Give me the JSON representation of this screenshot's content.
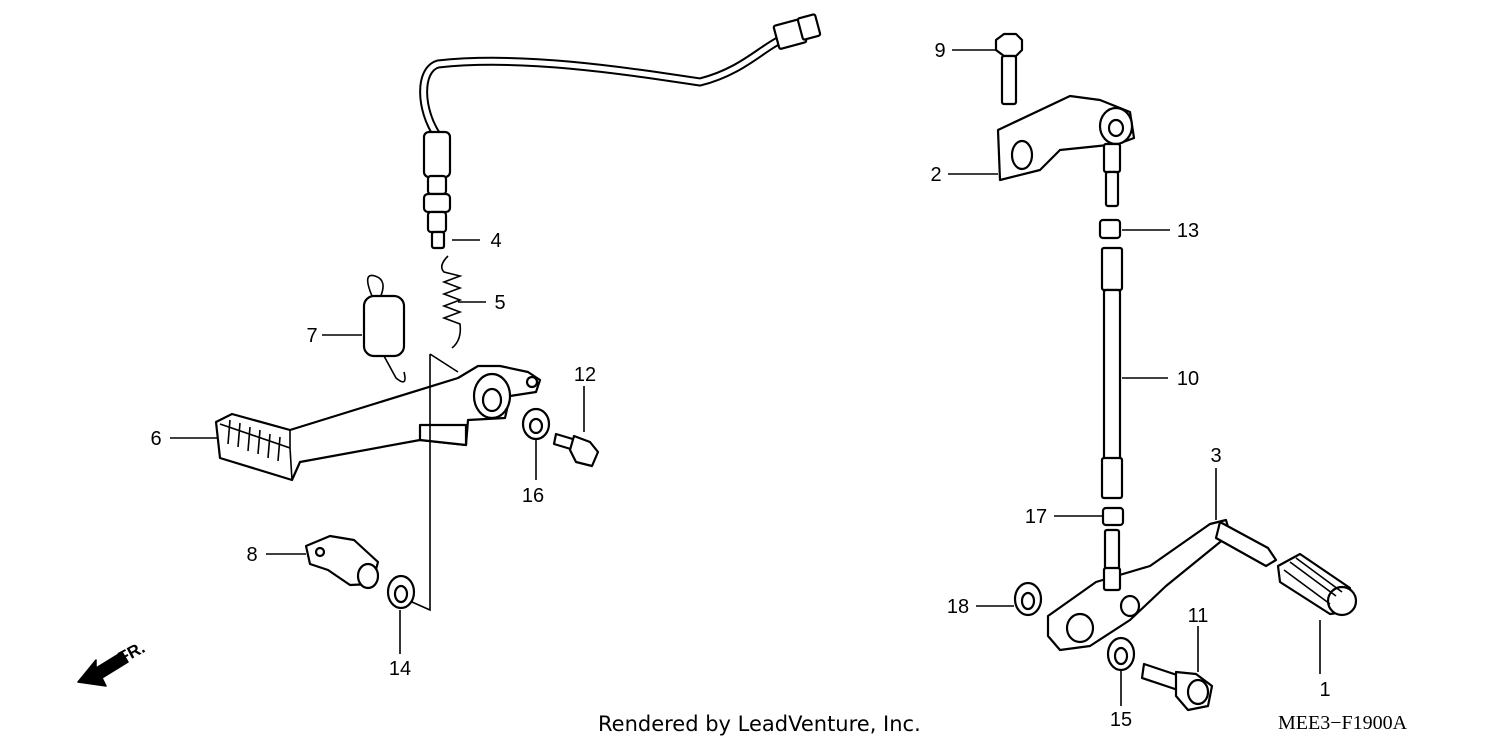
{
  "diagram": {
    "part_numbers": [
      "1",
      "2",
      "3",
      "4",
      "5",
      "6",
      "7",
      "8",
      "9",
      "10",
      "11",
      "12",
      "13",
      "14",
      "15",
      "16",
      "17",
      "18"
    ],
    "direction_label": "FR.",
    "credit": "Rendered by LeadVenture, Inc.",
    "drawing_code": "MEE3−F1900A"
  }
}
